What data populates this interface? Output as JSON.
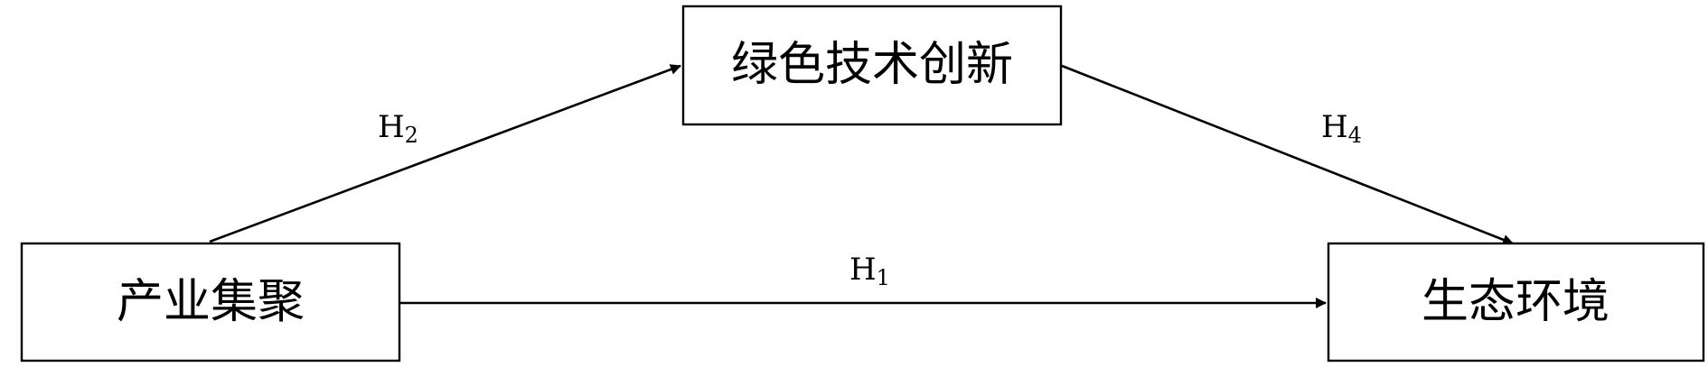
{
  "nodes": {
    "industrial_agglomeration": "产业集聚",
    "green_tech_innovation": "绿色技术创新",
    "ecological_environment": "生态环境"
  },
  "edges": {
    "h1": {
      "letter": "H",
      "sub": "1"
    },
    "h2": {
      "letter": "H",
      "sub": "2"
    },
    "h4": {
      "letter": "H",
      "sub": "4"
    }
  }
}
